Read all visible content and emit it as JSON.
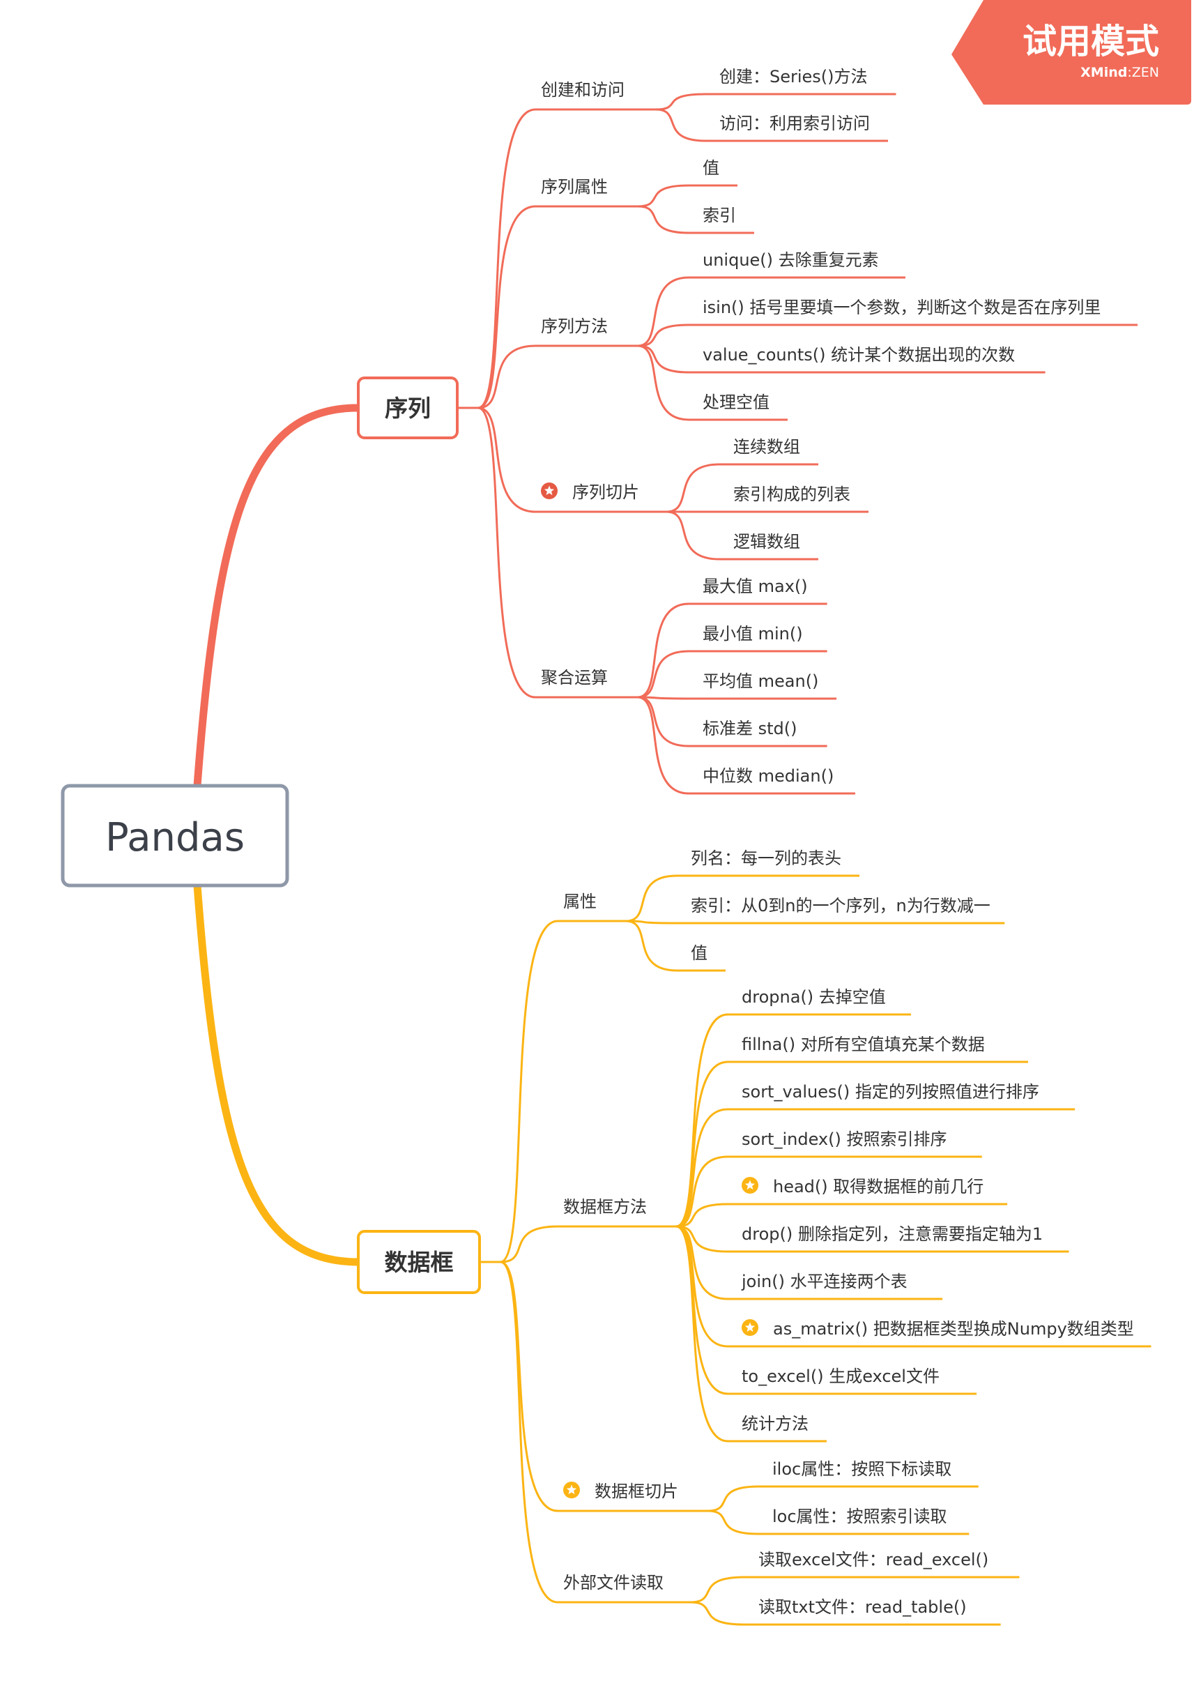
{
  "watermark": {
    "title": "试用模式",
    "brand_a": "XMind",
    "brand_sep": ":",
    "brand_b": "ZEN"
  },
  "colors": {
    "red": "#F16B58",
    "red_text": "#E55A43",
    "amber": "#FBB413",
    "root_border": "#8E98A8",
    "root_text": "#3C4049",
    "label_text": "#333333",
    "badge_bg": "#F16B58"
  },
  "root": "Pandas",
  "main": [
    {
      "label": "序列",
      "theme": "red",
      "branches": [
        {
          "label": "创建和访问",
          "star": false,
          "children": [
            "创建：Series()方法",
            "访问：利用索引访问"
          ]
        },
        {
          "label": "序列属性",
          "star": false,
          "children": [
            "值",
            "索引"
          ]
        },
        {
          "label": "序列方法",
          "star": false,
          "children": [
            "unique() 去除重复元素",
            "isin() 括号里要填一个参数，判断这个数是否在序列里",
            "value_counts() 统计某个数据出现的次数",
            "处理空值"
          ]
        },
        {
          "label": "序列切片",
          "star": true,
          "children": [
            "连续数组",
            "索引构成的列表",
            "逻辑数组"
          ]
        },
        {
          "label": "聚合运算",
          "star": false,
          "children": [
            "最大值 max()",
            "最小值 min()",
            "平均值 mean()",
            "标准差 std()",
            "中位数 median()"
          ]
        }
      ]
    },
    {
      "label": "数据框",
      "theme": "amber",
      "branches": [
        {
          "label": "属性",
          "star": false,
          "children": [
            "列名：每一列的表头",
            "索引：从0到n的一个序列，n为行数减一",
            "值"
          ]
        },
        {
          "label": "数据框方法",
          "star": false,
          "children": [
            {
              "text": "dropna() 去掉空值",
              "star": false
            },
            {
              "text": "fillna() 对所有空值填充某个数据",
              "star": false
            },
            {
              "text": "sort_values() 指定的列按照值进行排序",
              "star": false
            },
            {
              "text": "sort_index() 按照索引排序",
              "star": false
            },
            {
              "text": "head() 取得数据框的前几行",
              "star": true
            },
            {
              "text": "drop() 删除指定列，注意需要指定轴为1",
              "star": false
            },
            {
              "text": "join() 水平连接两个表",
              "star": false
            },
            {
              "text": "as_matrix() 把数据框类型换成Numpy数组类型",
              "star": true
            },
            {
              "text": "to_excel() 生成excel文件",
              "star": false
            },
            {
              "text": "统计方法",
              "star": false
            }
          ]
        },
        {
          "label": "数据框切片",
          "star": true,
          "children": [
            "iloc属性：按照下标读取",
            "loc属性：按照索引读取"
          ]
        },
        {
          "label": "外部文件读取",
          "star": false,
          "children": [
            "读取excel文件：read_excel()",
            "读取txt文件：read_table()"
          ]
        }
      ]
    }
  ]
}
